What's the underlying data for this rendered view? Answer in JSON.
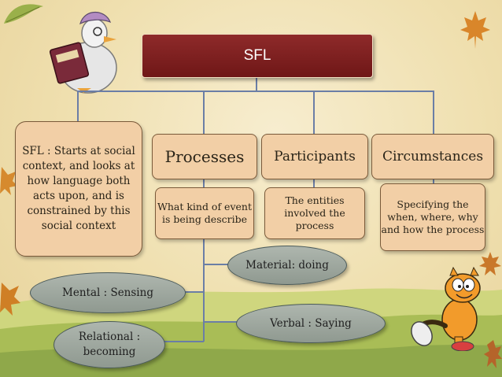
{
  "diagram": {
    "root": "SFL",
    "definition": "SFL : Starts at social context, and looks at how language both acts upon, and is constrained by this social context",
    "processes": {
      "title": "Processes",
      "description": "What kind of event is being describe"
    },
    "participants": {
      "title": "Participants",
      "description": "The entities involved the process"
    },
    "circumstances": {
      "title": "Circumstances",
      "description": "Specifying the when, where, why and how the process"
    },
    "process_types": {
      "material": "Material: doing",
      "mental": "Mental : Sensing",
      "verbal": "Verbal : Saying",
      "relational": "Relational : becoming"
    }
  },
  "colors": {
    "root_fill": "#7a1f1f",
    "node_fill": "#f2cfa6",
    "oval_fill": "#9ea79f",
    "connector": "#6b7ea6",
    "background": "#f1e2b6"
  },
  "icons": [
    "mother-goose-illustration",
    "cat-cartoon-illustration",
    "maple-leaf-icon",
    "leaf-icon"
  ]
}
